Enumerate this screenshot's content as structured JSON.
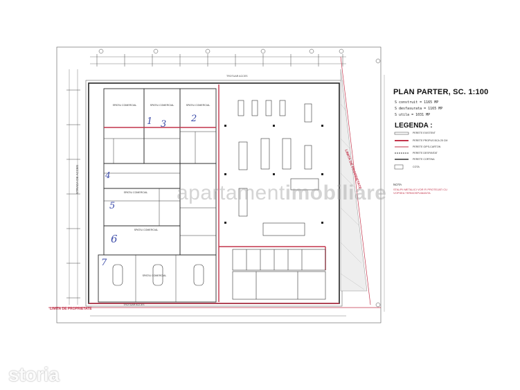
{
  "plan": {
    "title": "PLAN PARTER, SC. 1:100",
    "stats": [
      "S construit = 1165 MP",
      "S desfasurata = 1165 MP",
      "S utila = 1031 MP"
    ],
    "legend_title": "LEGENDA :",
    "legend_items": [
      "PERETE EXISTENT",
      "PERETE PROPUS BCA 25 CM",
      "PERETE GIPS-CARTON",
      "PERETE DESFIINTAT",
      "PERETE CORTINA",
      "COTA"
    ],
    "nota_label": "NOTA",
    "nota_text": "STALPII METALICI VOR FI PROTEJATI CU VOPSEA TERMOSPUMANTA",
    "side_label": "STRADA DE ACCES",
    "limit_bottom": "LIMITA DE PROPRIETATE",
    "limit_right": "LIMITA DE PROPRIETATE",
    "top_label": "TROTUAR ACCES",
    "bottom_label": "TROTUAR ACCES",
    "rooms": [
      "SPATIU COMERCIAL",
      "SPATIU COMERCIAL",
      "SPATIU COMERCIAL",
      "SPATIU COMERCIAL",
      "SPATIU COMERCIAL",
      "SPATIU COMERCIAL"
    ],
    "hand_numbers": [
      "1",
      "2",
      "3",
      "4",
      "5",
      "6",
      "7"
    ]
  },
  "watermarks": {
    "center_left": "apartament",
    "center_bold": "imobiliare",
    "logo": "storia"
  },
  "colors": {
    "line": "#2b2b2b",
    "red": "#c2334a",
    "hand": "#3a4aa8"
  }
}
